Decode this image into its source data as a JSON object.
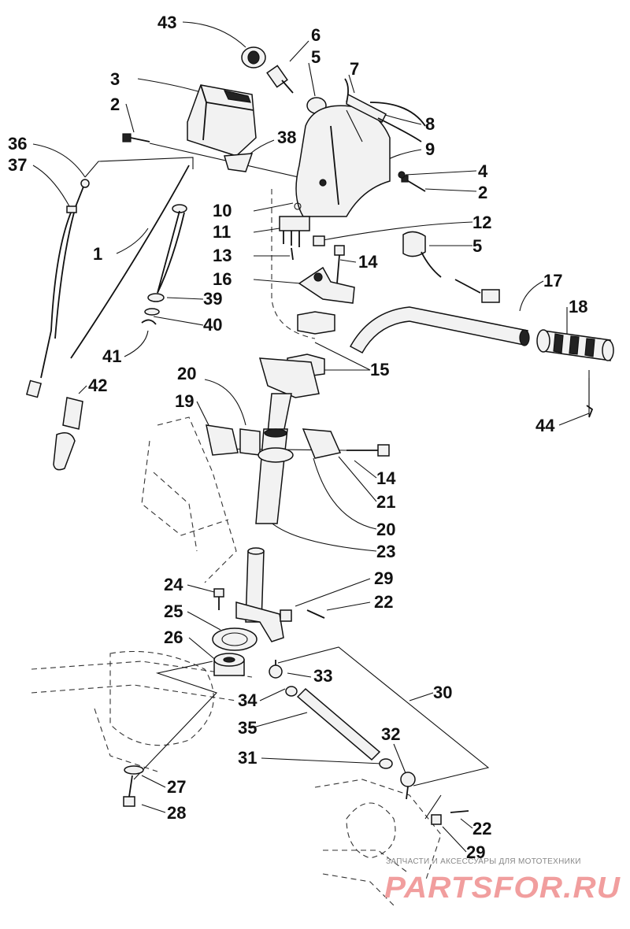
{
  "callouts": [
    "43",
    "6",
    "5",
    "7",
    "8",
    "9",
    "4",
    "2",
    "3",
    "2",
    "38",
    "36",
    "37",
    "10",
    "11",
    "12",
    "5",
    "1",
    "13",
    "14",
    "16",
    "39",
    "40",
    "41",
    "42",
    "17",
    "18",
    "15",
    "44",
    "20",
    "19",
    "14",
    "21",
    "20",
    "23",
    "24",
    "25",
    "26",
    "29",
    "22",
    "33",
    "30",
    "34",
    "35",
    "32",
    "31",
    "27",
    "28",
    "22",
    "29"
  ],
  "watermark": {
    "caption": "ЗАПЧАСТИ И АКСЕССУАРЫ ДЛЯ МОТОТЕХНИКИ",
    "brand": "PARTSFOR.RU"
  }
}
